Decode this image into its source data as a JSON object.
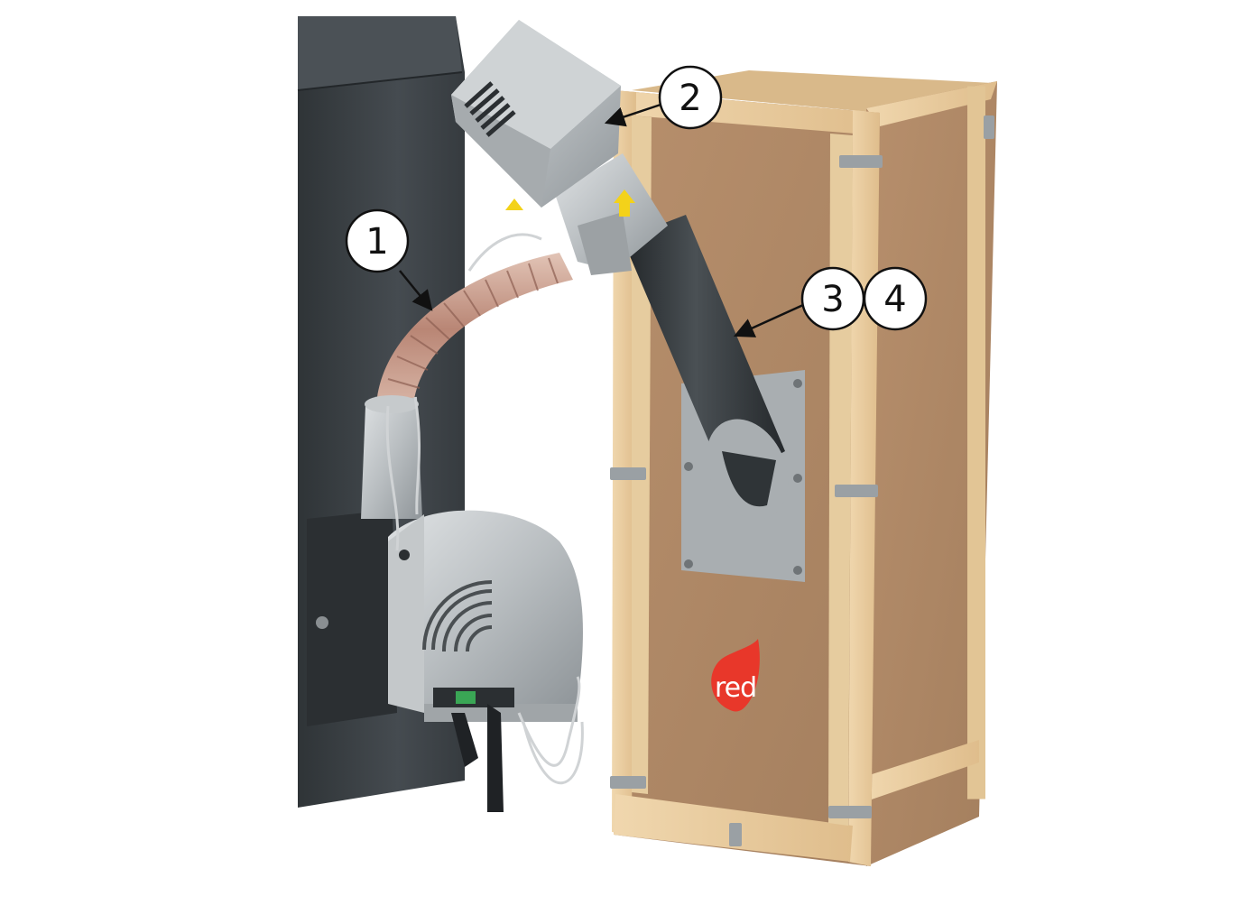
{
  "callouts": [
    {
      "id": "1",
      "label": "1"
    },
    {
      "id": "2",
      "label": "2"
    },
    {
      "id": "3",
      "label": "3"
    },
    {
      "id": "4",
      "label": "4"
    }
  ],
  "logo": {
    "text": "red",
    "color": "#e8372a"
  },
  "colors": {
    "boiler": "#3c4246",
    "metal": "#b7bcbf",
    "crate_board": "#b08a68",
    "crate_wood": "#e6c79a",
    "tube": "#2f3437",
    "hose": "#c79a88"
  }
}
